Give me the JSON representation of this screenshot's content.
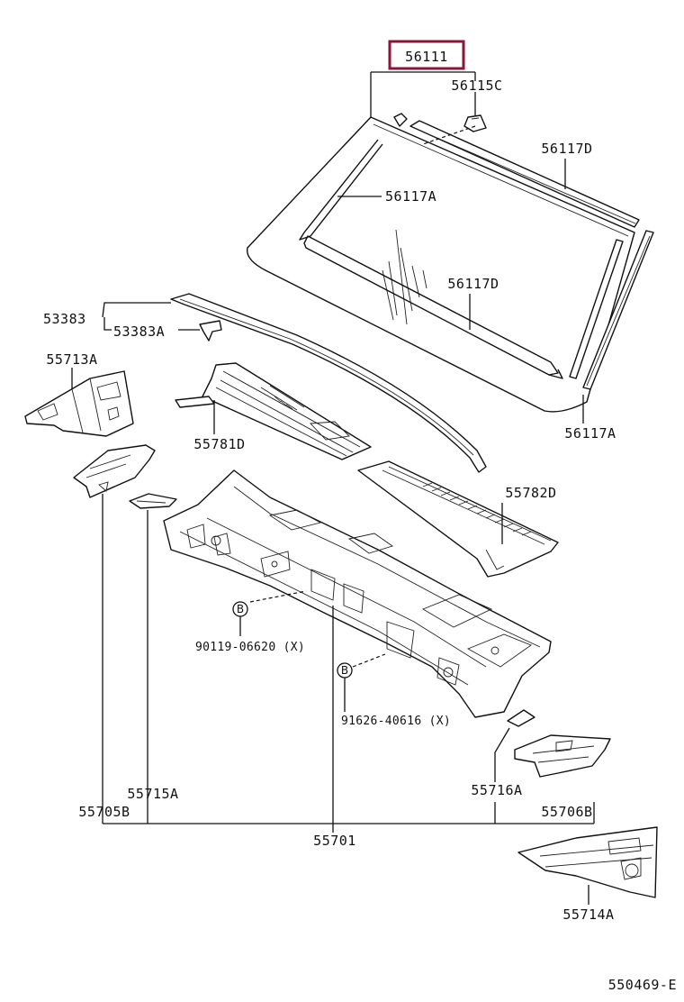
{
  "highlight_color": "#8b1538",
  "labels": {
    "p56111": "56111",
    "p56115C": "56115C",
    "p56117D_top": "56117D",
    "p56117A_mid": "56117A",
    "p56117D_mid": "56117D",
    "p56117A_right": "56117A",
    "p53383": "53383",
    "p53383A": "53383A",
    "p55713A": "55713A",
    "p55781D": "55781D",
    "p55782D": "55782D",
    "p90119": "90119-06620 (X)",
    "p91626": "91626-40616 (X)",
    "p55716A": "55716A",
    "p55715A": "55715A",
    "p55705B": "55705B",
    "p55706B": "55706B",
    "p55701": "55701",
    "p55714A": "55714A",
    "ref": "550469-E",
    "b1": "B",
    "b2": "B"
  }
}
